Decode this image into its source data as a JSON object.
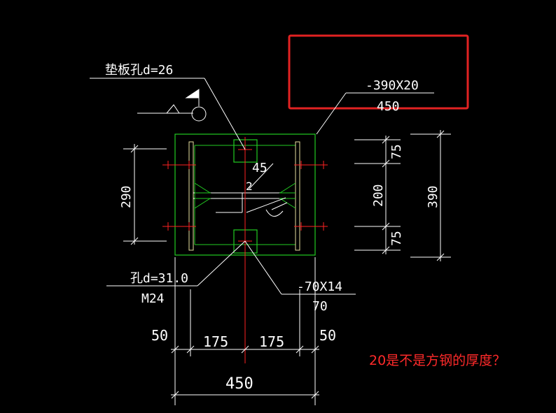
{
  "labels": {
    "pad_hole": "垫板孔d=26",
    "plate_spec": "-390X20",
    "plate_length": "450",
    "stiffener_count": "45",
    "weld_size": "2",
    "bolt_hole": "孔d=31.0",
    "bolt_size": "M24",
    "stiffener_spec": "-70X14",
    "stiffener_length": "70"
  },
  "dimensions": {
    "left_vertical": "290",
    "right_top": "75",
    "right_middle": "200",
    "right_bottom": "75",
    "right_total": "390",
    "bottom_left_edge": "50",
    "bottom_left": "175",
    "bottom_right": "175",
    "bottom_right_edge": "50",
    "bottom_total": "450"
  },
  "annotation": {
    "question": "20是不是方钢的厚度？"
  },
  "colors": {
    "background": "#000000",
    "line": "#ffffff",
    "plate_outline": "#22cc22",
    "centerline": "#ff2222",
    "highlight_box": "#e22222",
    "question_text": "#ff2a2a"
  }
}
